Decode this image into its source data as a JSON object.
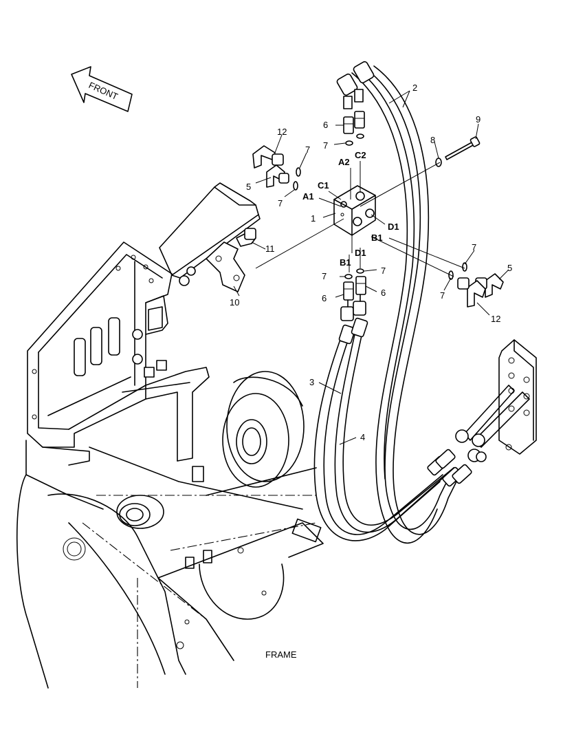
{
  "front_arrow": {
    "label": "FRONT",
    "icon": "front-direction-arrow-icon"
  },
  "caption": "FRAME",
  "ports": {
    "A1": "A1",
    "A2": "A2",
    "C1": "C1",
    "C2": "C2",
    "B1_block": "B1",
    "D1_block": "D1",
    "B1_lower": "B1",
    "D1_lower": "D1"
  },
  "callouts": {
    "c1": "1",
    "c2": "2",
    "c3": "3",
    "c4": "4",
    "c5_left": "5",
    "c5_right": "5",
    "c6_top": "6",
    "c6_lower_left": "6",
    "c6_lower_right": "6",
    "c7_top": "7",
    "c7_left_a": "7",
    "c7_left_b": "7",
    "c7_mid_left": "7",
    "c7_mid_right": "7",
    "c7_right_a": "7",
    "c7_right_b": "7",
    "c8": "8",
    "c9": "9",
    "c10": "10",
    "c11": "11",
    "c12_left": "12",
    "c12_right": "12"
  }
}
